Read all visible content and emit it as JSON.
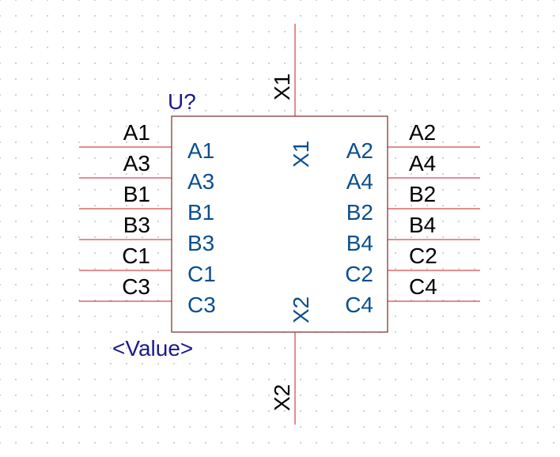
{
  "component": {
    "reference": "U?",
    "value": "<Value>",
    "left_pins": [
      {
        "name": "A1",
        "number": "A1"
      },
      {
        "name": "A3",
        "number": "A3"
      },
      {
        "name": "B1",
        "number": "B1"
      },
      {
        "name": "B3",
        "number": "B3"
      },
      {
        "name": "C1",
        "number": "C1"
      },
      {
        "name": "C3",
        "number": "C3"
      }
    ],
    "right_pins": [
      {
        "name": "A2",
        "number": "A2"
      },
      {
        "name": "A4",
        "number": "A4"
      },
      {
        "name": "B2",
        "number": "B2"
      },
      {
        "name": "B4",
        "number": "B4"
      },
      {
        "name": "C2",
        "number": "C2"
      },
      {
        "name": "C4",
        "number": "C4"
      }
    ],
    "top_pin": {
      "name": "X1",
      "number": "X1"
    },
    "bottom_pin": {
      "name": "X2",
      "number": "X2"
    }
  },
  "colors": {
    "pin_line": "#c81e1e",
    "body_outline": "#7a2a2a",
    "pin_name_text": "#000000",
    "pin_number_text": "#0a4f8f",
    "reference_text": "#1a1a8c"
  }
}
